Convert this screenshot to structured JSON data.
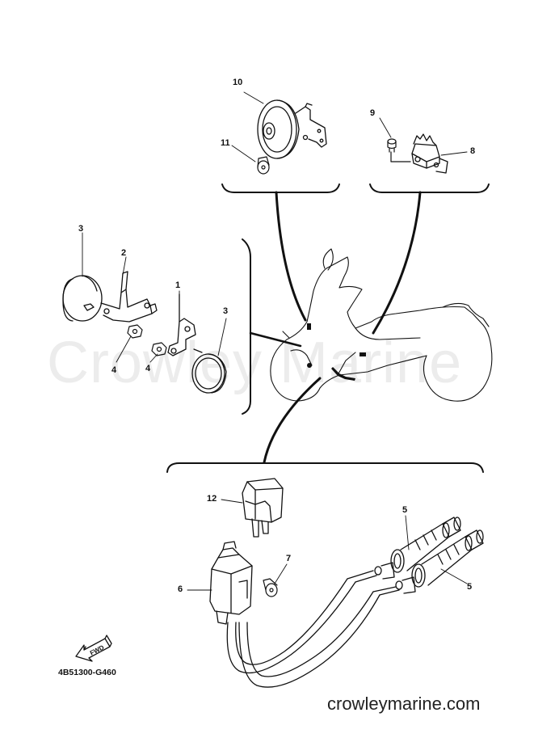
{
  "watermark": "Crowley Marine",
  "callouts": {
    "c1": "1",
    "c2": "2",
    "c3a": "3",
    "c3b": "3",
    "c4a": "4",
    "c4b": "4",
    "c5a": "5",
    "c5b": "5",
    "c6": "6",
    "c7": "7",
    "c8": "8",
    "c9": "9",
    "c10": "10",
    "c11": "11",
    "c12": "12"
  },
  "fwd_label": "FWD",
  "part_code": "4B51300-G460",
  "site_url": "crowleymarine.com"
}
